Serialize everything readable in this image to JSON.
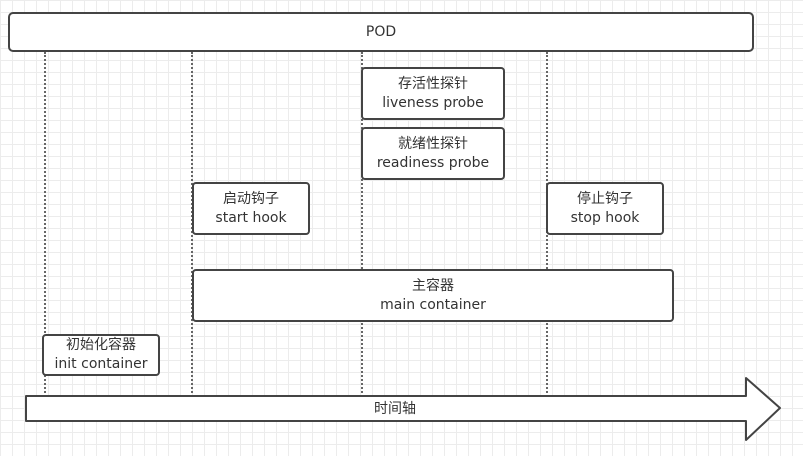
{
  "pod": {
    "label": "POD"
  },
  "liveness": {
    "zh": "存活性探针",
    "en": "liveness probe"
  },
  "readiness": {
    "zh": "就绪性探针",
    "en": "readiness probe"
  },
  "start_hook": {
    "zh": "启动钩子",
    "en": "start hook"
  },
  "stop_hook": {
    "zh": "停止钩子",
    "en": "stop hook"
  },
  "main_container": {
    "zh": "主容器",
    "en": "main container"
  },
  "init_container": {
    "zh": "初始化容器",
    "en": "init container"
  },
  "timeline": {
    "label": "时间轴"
  },
  "colors": {
    "stroke": "#444444",
    "grid": "#ececec",
    "fill": "#ffffff"
  }
}
